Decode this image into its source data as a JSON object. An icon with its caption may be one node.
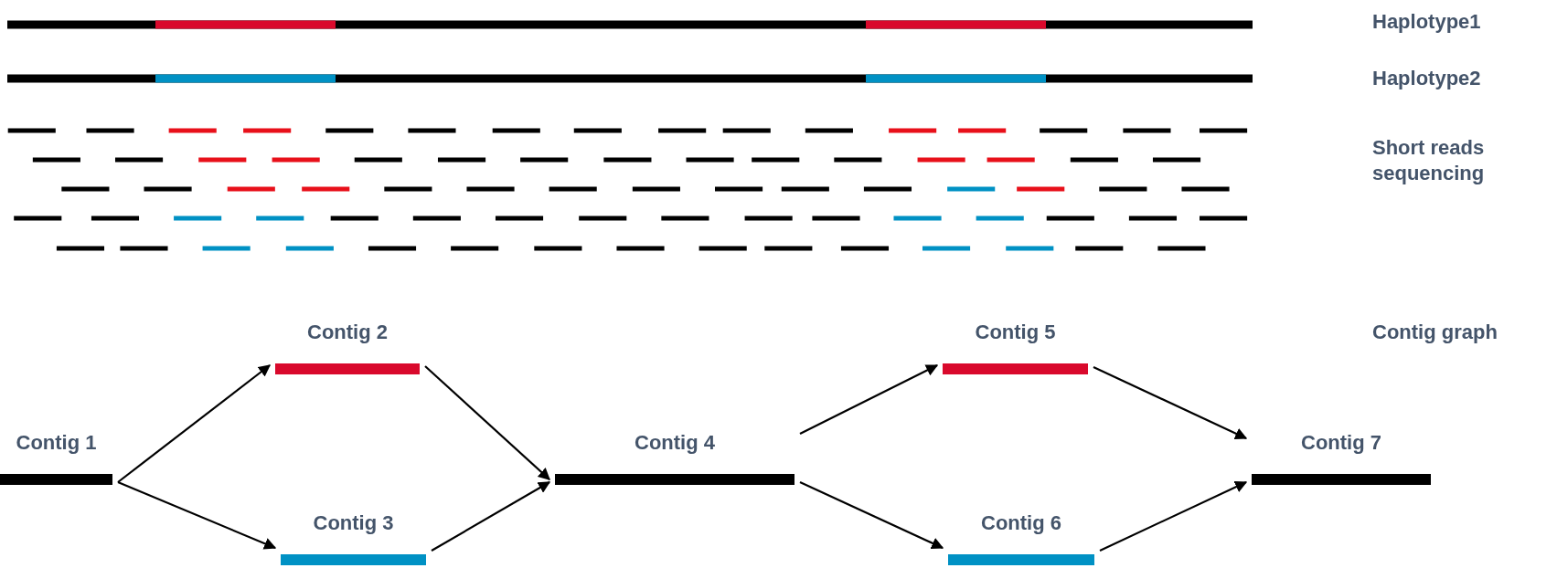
{
  "diagram": {
    "nodes": [
      {
        "text": [
          "Contig 1"
        ]
      },
      {
        "text": [
          "Contig 2"
        ]
      },
      {
        "text": [
          "Contig 3"
        ]
      },
      {
        "text": [
          "Contig 4"
        ]
      },
      {
        "text": [
          "Contig 5"
        ]
      },
      {
        "text": [
          "Contig 6"
        ]
      },
      {
        "text": [
          "Contig 7"
        ]
      }
    ],
    "edges": [
      {
        "from": 0,
        "to": 1,
        "arrow": "to"
      },
      {
        "from": 0,
        "to": 2,
        "arrow": "to"
      },
      {
        "from": 1,
        "to": 3,
        "arrow": "to"
      },
      {
        "from": 2,
        "to": 3,
        "arrow": "to"
      },
      {
        "from": 3,
        "to": 4,
        "arrow": "to"
      },
      {
        "from": 3,
        "to": 5,
        "arrow": "to"
      },
      {
        "from": 4,
        "to": 6,
        "arrow": "to"
      },
      {
        "from": 5,
        "to": 6,
        "arrow": "to"
      }
    ],
    "labels": [
      "Haplotype1",
      "Haplotype2",
      "Short reads sequencing",
      "Contig graph"
    ]
  }
}
